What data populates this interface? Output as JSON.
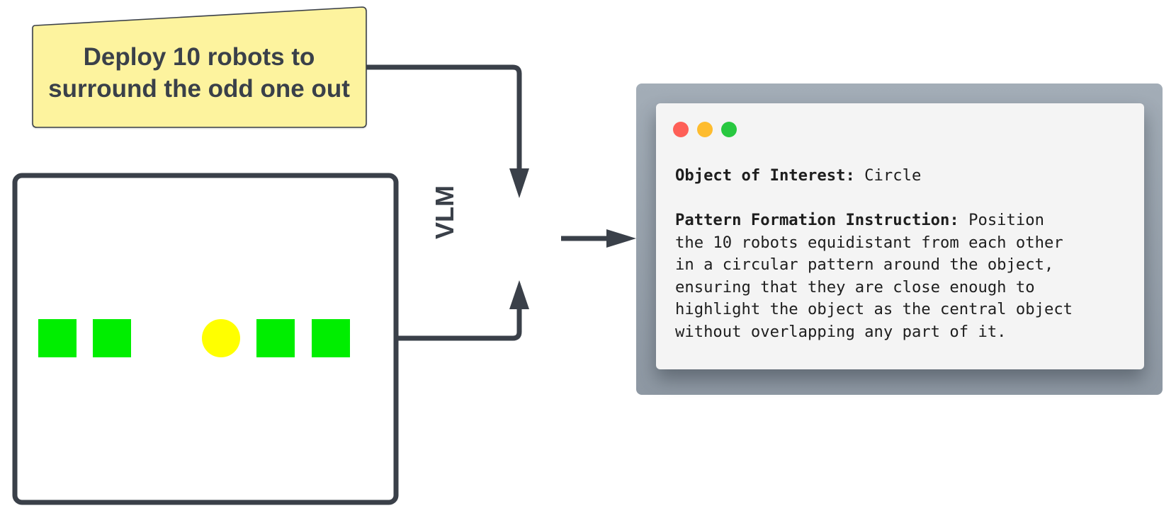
{
  "prompt": {
    "line1": "Deploy 10 robots to",
    "line2": "surround the odd one out",
    "fill": "#fdf39e",
    "border": "#3a4049"
  },
  "scene": {
    "objects": [
      "green-square",
      "green-square",
      "yellow-circle",
      "green-square",
      "green-square"
    ],
    "green": "#00ee00",
    "yellow": "#ffff00"
  },
  "model_label": "VLM",
  "output": {
    "window_buttons": [
      "close",
      "minimize",
      "maximize"
    ],
    "object_key": "Object of Interest:",
    "object_value": "Circle",
    "instruction_key": "Pattern Formation Instruction:",
    "instruction_lines": [
      "Position",
      "the 10 robots equidistant from each other",
      "in a circular pattern around the object,",
      "ensuring that they are close enough to",
      "highlight the object as the central object",
      "without overlapping any part of it."
    ]
  },
  "colors": {
    "stroke": "#3a4049",
    "panel": "#9aa4ae",
    "card": "#f4f4f4"
  }
}
